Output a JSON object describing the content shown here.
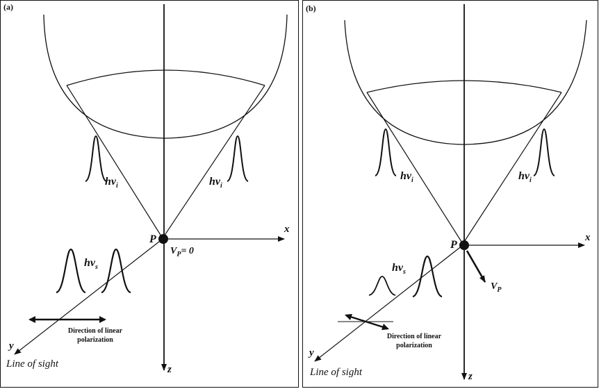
{
  "panels": [
    {
      "tag": "(a)",
      "axis_x": "x",
      "axis_y": "y",
      "axis_z": "z",
      "point": "P",
      "photon_incident_left": "hν",
      "photon_incident_left_sub": "i",
      "photon_incident_right": "hν",
      "photon_incident_right_sub": "i",
      "photon_scattered": "hν",
      "photon_scattered_sub": "s",
      "velocity": "V",
      "velocity_sub": "P",
      "velocity_value": "= 0",
      "polarization_note": "Direction of linear polarization",
      "line_of_sight": "Line of sight"
    },
    {
      "tag": "(b)",
      "axis_x": "x",
      "axis_y": "y",
      "axis_z": "z",
      "point": "P",
      "photon_incident_left": "hν",
      "photon_incident_left_sub": "i",
      "photon_incident_right": "hν",
      "photon_incident_right_sub": "i",
      "photon_scattered": "hν",
      "photon_scattered_sub": "s",
      "velocity": "V",
      "velocity_sub": "P",
      "polarization_note": "Direction of linear polarization",
      "line_of_sight": "Line of sight"
    }
  ]
}
